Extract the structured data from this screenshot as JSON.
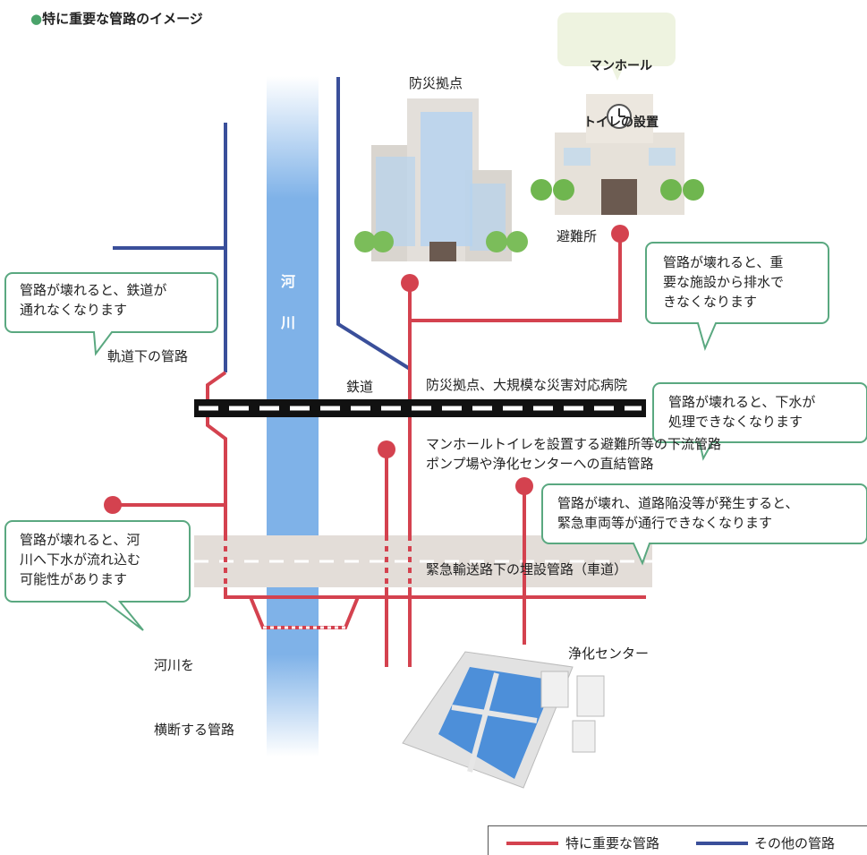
{
  "title": "特に重要な管路のイメージ",
  "bubble": {
    "line1": "マンホール",
    "line2": "トイレの設置"
  },
  "labels": {
    "bousai": "防災拠点",
    "hinanjo": "避難所",
    "river": "河川",
    "railway": "鉄道",
    "pipe_under_track": "軌道下の管路",
    "river_crossing_line1": "河川を",
    "river_crossing_line2": "横断する管路",
    "downstream_line1": "防災拠点、大規模な災害対応病院",
    "downstream_line2": "マンホールトイレを設置する避難所等の下流管路",
    "pump_pipe": "ポンプ場や浄化センターへの直結管路",
    "emergency_road": "緊急輸送路下の埋設管路（車道）",
    "purification": "浄化センター"
  },
  "callouts": [
    {
      "name": "callout-railway",
      "text": "管路が壊れると、鉄道が\n通れなくなります"
    },
    {
      "name": "callout-facility",
      "text": "管路が壊れると、重\n要な施設から排水で\nきなくなります"
    },
    {
      "name": "callout-treatment",
      "text": "管路が壊れると、下水が\n処理できなくなります"
    },
    {
      "name": "callout-road",
      "text": "管路が壊れ、道路陥没等が発生すると、\n緊急車両等が通行できなくなります"
    },
    {
      "name": "callout-river",
      "text": "管路が壊れると、河\n川へ下水が流れ込む\n可能性があります"
    }
  ],
  "legend": {
    "important": "特に重要な管路",
    "other": "その他の管路"
  },
  "colors": {
    "important_pipe": "#d4424f",
    "other_pipe": "#3a4f9a",
    "callout_border": "#5aa880",
    "river": "#7fb2e8",
    "road": "#e3ddd8",
    "bubble_bg": "#eef3e0"
  }
}
